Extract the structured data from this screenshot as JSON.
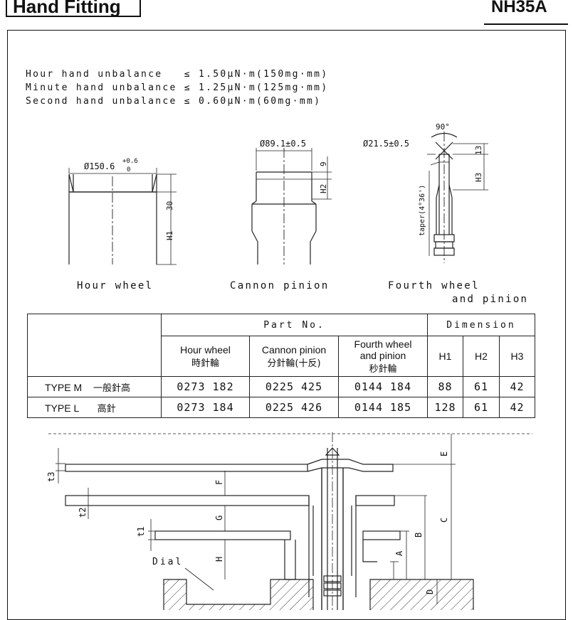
{
  "header": {
    "title": "Hand Fitting",
    "model": "NH35A"
  },
  "unbalance": [
    "Hour hand unbalance   ≤ 1.50μN·m(150mg·mm)",
    "Minute hand unbalance ≤ 1.25μN·m(125mg·mm)",
    "Second hand unbalance ≤ 0.60μN·m(60mg·mm)"
  ],
  "drawings": {
    "hour_wheel": {
      "label": "Hour wheel",
      "dia": "Ø150.6",
      "tol_plus": "+0.6",
      "tol_zero": "0",
      "dim_30": "30",
      "dim_h1": "H1"
    },
    "cannon_pinion": {
      "label": "Cannon pinion",
      "dia": "Ø89.1±0.5",
      "dim_9": "9",
      "dim_h2": "H2"
    },
    "fourth_wheel": {
      "label_line1": "Fourth wheel",
      "label_line2": "and pinion",
      "dia": "Ø21.5±0.5",
      "angle": "90°",
      "dim_13": "13",
      "dim_h3": "H3",
      "taper": "taper(4°36')"
    }
  },
  "table": {
    "part_no_header": "Part No.",
    "dimension_header": "Dimension",
    "columns": [
      {
        "line1": "Hour wheel",
        "line2": "時針輪"
      },
      {
        "line1": "Cannon pinion",
        "line2": "分針輪(十反)"
      },
      {
        "line1": "Fourth wheel",
        "line2": "and pinion",
        "line3": "秒針輪"
      }
    ],
    "dim_columns": [
      "H1",
      "H2",
      "H3"
    ],
    "rows": [
      {
        "type": "TYPE M",
        "jp": "一般針高",
        "hour": "0273 182",
        "cannon": "0225 425",
        "fourth": "0144 184",
        "h1": "88",
        "h2": "61",
        "h3": "42"
      },
      {
        "type": "TYPE L",
        "jp": "高針",
        "hour": "0273 184",
        "cannon": "0225 426",
        "fourth": "0144 185",
        "h1": "128",
        "h2": "61",
        "h3": "42"
      }
    ]
  },
  "assembly": {
    "labels": {
      "t1": "t1",
      "t2": "t2",
      "t3": "t3",
      "E": "E",
      "F": "F",
      "G": "G",
      "H": "H",
      "C": "C",
      "B": "B",
      "A": "A",
      "D": "D",
      "dial": "Dial"
    }
  }
}
